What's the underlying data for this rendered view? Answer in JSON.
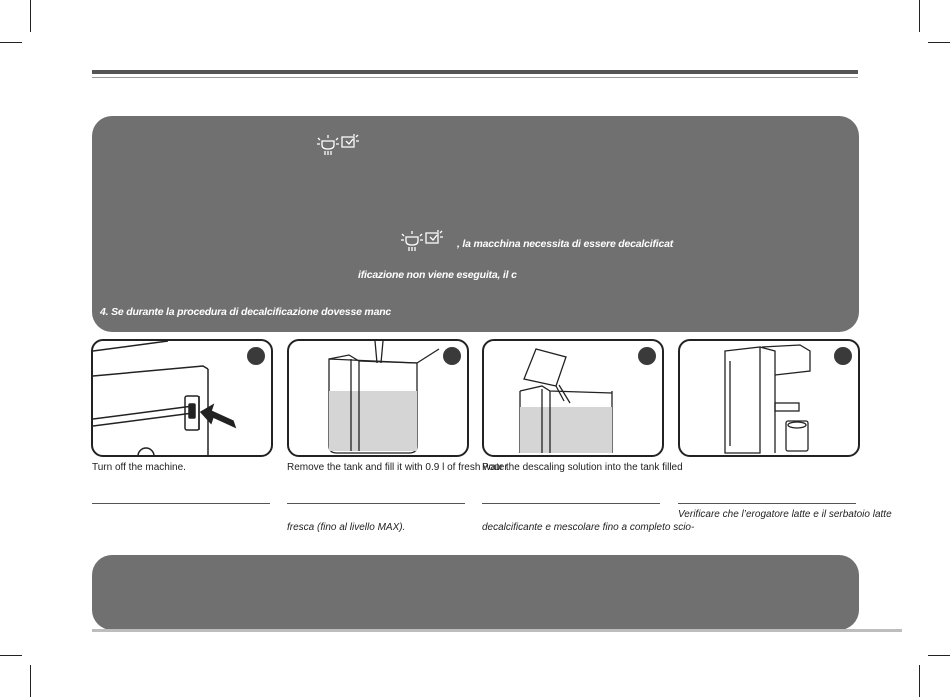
{
  "panel_top": {
    "line1_prefix": ", la macchina necessita di essere decalcificat",
    "line2": "ificazione non viene eseguita, il c",
    "line3": "4.    Se durante la procedura di decalcificazione dovesse manc"
  },
  "steps": [
    {
      "caption_en": "Turn off the machine.",
      "caption_it": ""
    },
    {
      "caption_en": "Remove the tank and fill it with 0.9 l of fresh water",
      "caption_it": "fresca (fino al livello MAX)."
    },
    {
      "caption_en": "Pour the descaling solution into the tank filled",
      "caption_it": "decalcificante e mescolare fino a completo scio-"
    },
    {
      "caption_en": "",
      "caption_it": "Verificare che l’erogatore latte e il serbatoio latte"
    }
  ],
  "icons": [
    "descale-warning-icon",
    "descale-warning-icon"
  ],
  "colors": {
    "panel": "#707070",
    "rule": "#555555",
    "text": "#ffffff"
  }
}
